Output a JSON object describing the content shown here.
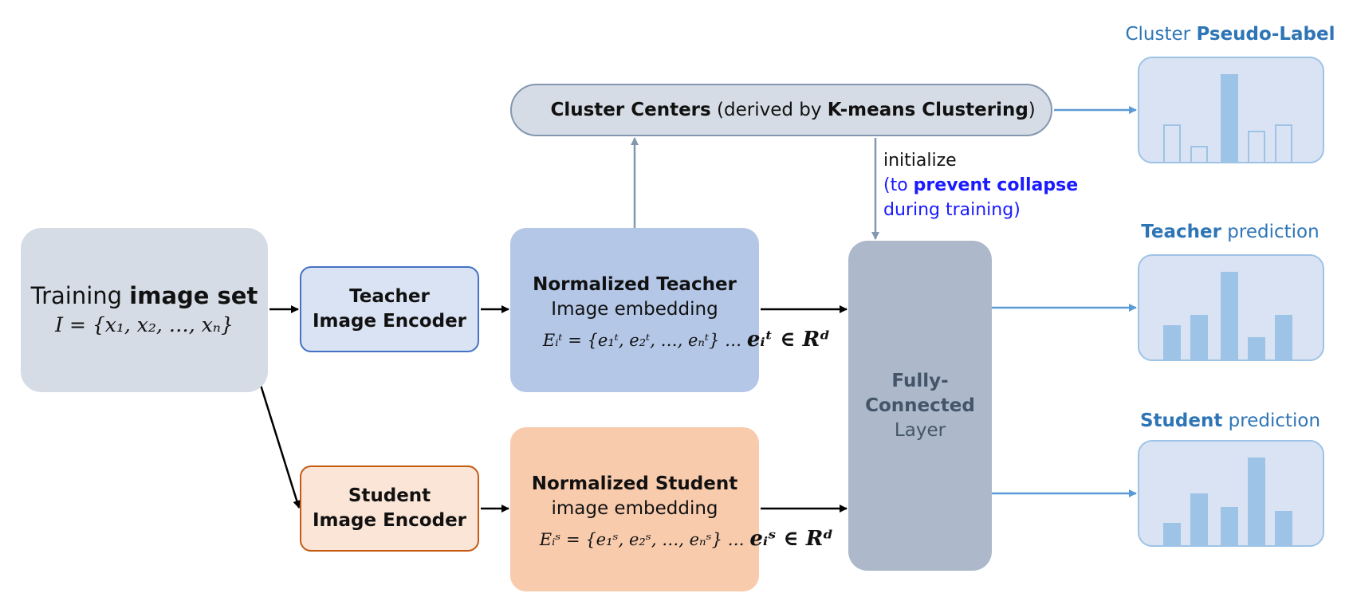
{
  "training": {
    "pre": "Training ",
    "bold": "image set",
    "formula": "I = {x₁, x₂, …, xₙ}"
  },
  "teacher_encoder": {
    "line1": "Teacher",
    "line2": "Image Encoder"
  },
  "student_encoder": {
    "line1": "Student",
    "line2": "Image Encoder"
  },
  "teacher_embedding": {
    "title": "Normalized Teacher",
    "subtitle": "Image embedding",
    "formula_set": "Eᵢᵗ = {e₁ᵗ, e₂ᵗ, …, eₙᵗ} …",
    "formula_vec": "eᵢᵗ ∈ Rᵈ"
  },
  "student_embedding": {
    "title": "Normalized Student",
    "subtitle": "image embedding",
    "formula_set": "Eᵢˢ = {e₁ˢ, e₂ˢ, …, eₙˢ} …",
    "formula_vec": "eᵢˢ ∈ Rᵈ"
  },
  "cluster_centers": {
    "bold1": "Cluster Centers",
    "mid": " (derived by ",
    "bold2": "K-means Clustering",
    "end": ")"
  },
  "initialize": {
    "line1": "initialize",
    "line2_pre": "(to ",
    "line2_bold": "prevent collapse",
    "line3": "during training)"
  },
  "fc_layer": {
    "line1": "Fully-",
    "line2": "Connected",
    "line3": "Layer"
  },
  "outputs": {
    "pseudo": {
      "pre": "Cluster ",
      "bold": "Pseudo-Label",
      "bars": [
        0.42,
        0.18,
        0.98,
        0.35,
        0.42
      ],
      "hollow": [
        true,
        true,
        false,
        true,
        true
      ]
    },
    "teacher": {
      "bold": "Teacher",
      "post": " prediction",
      "bars": [
        0.38,
        0.5,
        0.98,
        0.25,
        0.5
      ]
    },
    "student": {
      "bold": "Student",
      "post": " prediction",
      "bars": [
        0.25,
        0.58,
        0.43,
        0.98,
        0.38
      ]
    }
  },
  "colors": {
    "accent_blue": "#2e75b6",
    "panel_fill": "#dae3f3",
    "bar": "#9dc3e6",
    "highlight": "#1a1aff"
  }
}
